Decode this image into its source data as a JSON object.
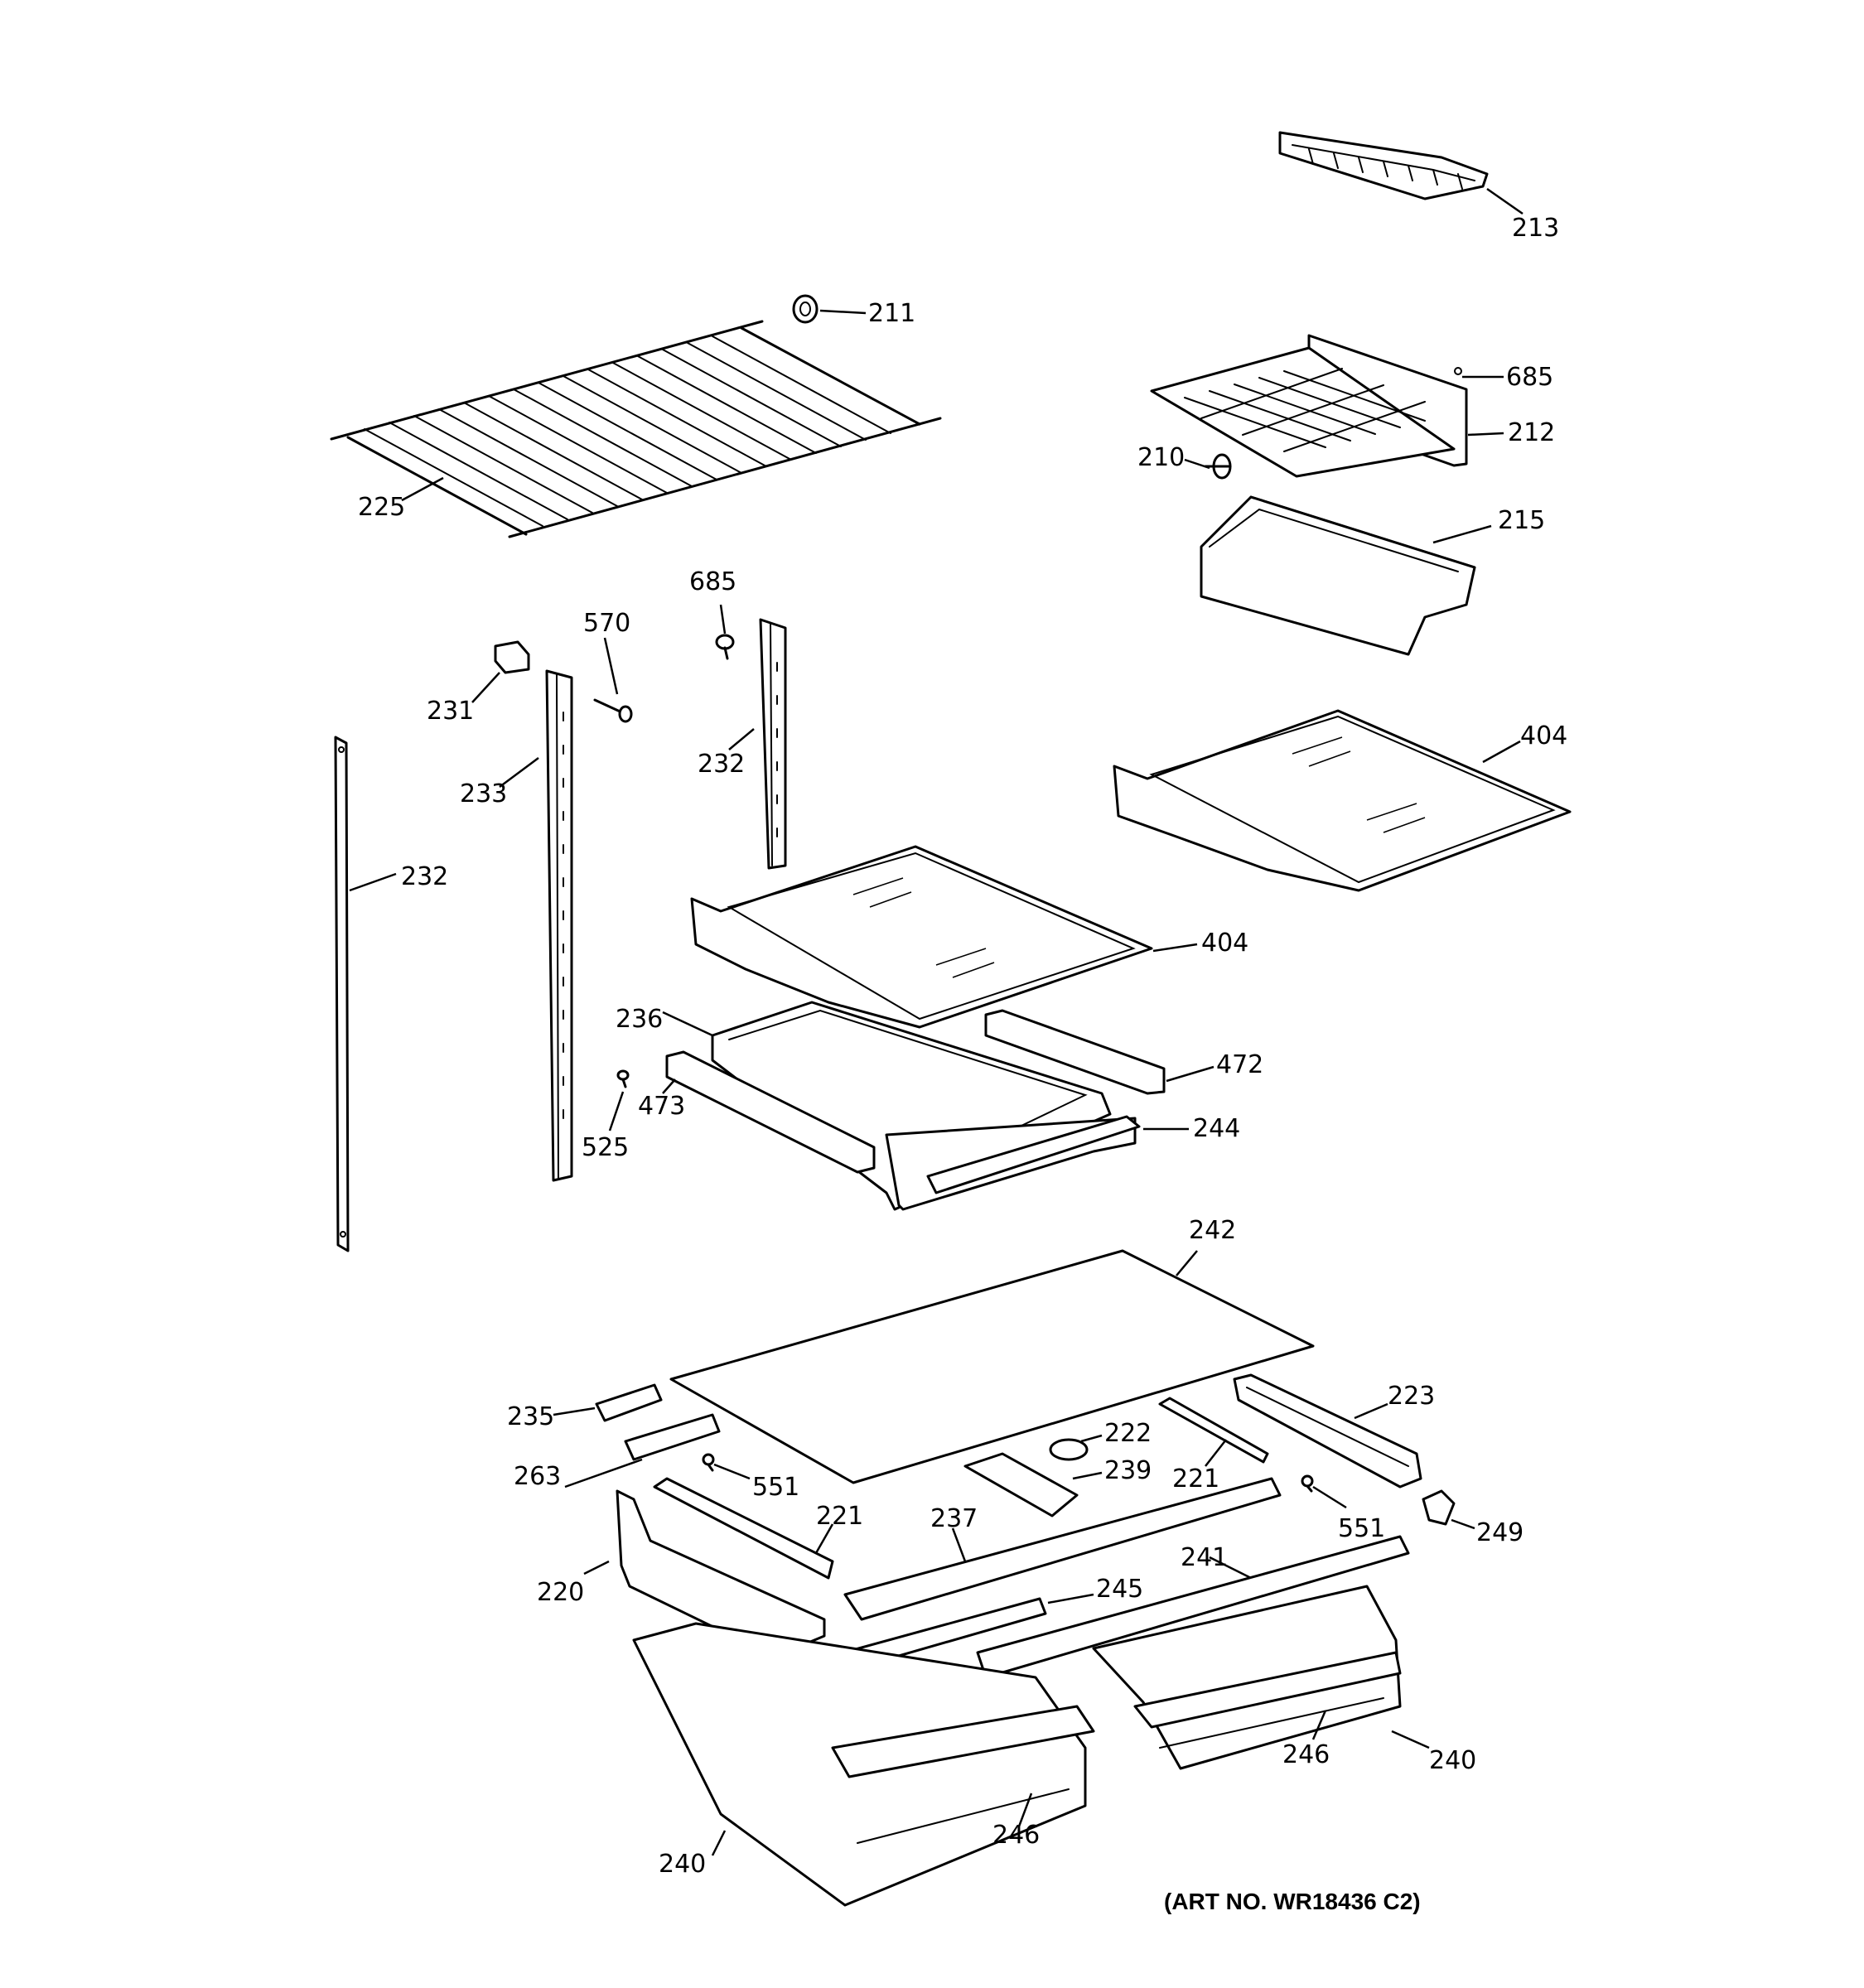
{
  "art_number": "(ART NO. WR18436 C2)",
  "callouts": {
    "c213": "213",
    "c211": "211",
    "c685a": "685",
    "c212": "212",
    "c210": "210",
    "c215": "215",
    "c225": "225",
    "c685b": "685",
    "c570": "570",
    "c231": "231",
    "c232a": "232",
    "c233": "233",
    "c232b": "232",
    "c404a": "404",
    "c404b": "404",
    "c236": "236",
    "c472": "472",
    "c473": "473",
    "c525": "525",
    "c244": "244",
    "c242": "242",
    "c223": "223",
    "c235": "235",
    "c222": "222",
    "c263": "263",
    "c239": "239",
    "c221a": "221",
    "c551a": "551",
    "c221b": "221",
    "c237": "237",
    "c551b": "551",
    "c249": "249",
    "c220": "220",
    "c241": "241",
    "c245": "245",
    "c246a": "246",
    "c240a": "240",
    "c246b": "246",
    "c240b": "240"
  }
}
